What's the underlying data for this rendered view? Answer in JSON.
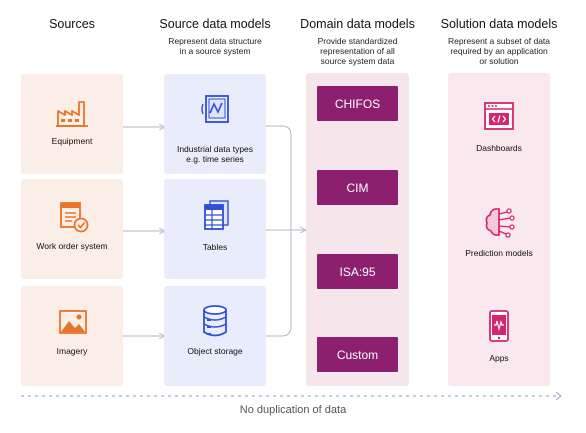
{
  "columns": {
    "sources": {
      "title": "Sources"
    },
    "source_models": {
      "title": "Source data models",
      "subtitle_lines": [
        "Represent data structure",
        "in a source system"
      ]
    },
    "domain_models": {
      "title": "Domain data models",
      "subtitle_lines": [
        "Provide standardized",
        "representation of all",
        "source system data"
      ]
    },
    "solution_models": {
      "title": "Solution data models",
      "subtitle_lines": [
        "Represent a subset of data",
        "required by an application",
        "or solution"
      ]
    }
  },
  "sources": [
    {
      "label": "Equipment",
      "icon": "factory-icon"
    },
    {
      "label": "Work order system",
      "icon": "work-order-icon"
    },
    {
      "label": "Imagery",
      "icon": "image-icon"
    }
  ],
  "source_models": [
    {
      "label_lines": [
        "Industrial data types",
        "e.g. time series"
      ],
      "icon": "time-series-tablet-icon"
    },
    {
      "label_lines": [
        "Tables"
      ],
      "icon": "table-document-icon"
    },
    {
      "label_lines": [
        "Object storage"
      ],
      "icon": "database-icon"
    }
  ],
  "domain_models": [
    "CHIFOS",
    "CIM",
    "ISA:95",
    "Custom"
  ],
  "solutions": [
    {
      "label": "Dashboards",
      "icon": "code-window-icon"
    },
    {
      "label": "Prediction models",
      "icon": "brain-circuit-icon"
    },
    {
      "label": "Apps",
      "icon": "phone-app-icon"
    }
  ],
  "footer": "No duplication of data",
  "colors": {
    "accent": "#8c1f6e",
    "icon_orange": "#e8732a",
    "icon_blue": "#2f4fd6",
    "icon_pink": "#d6246e",
    "source_bg": "#fbeee6",
    "model_bg": "#e9ecfa",
    "domain_bg": "#f4e6ea",
    "solution_bg": "#f9e8ee"
  }
}
